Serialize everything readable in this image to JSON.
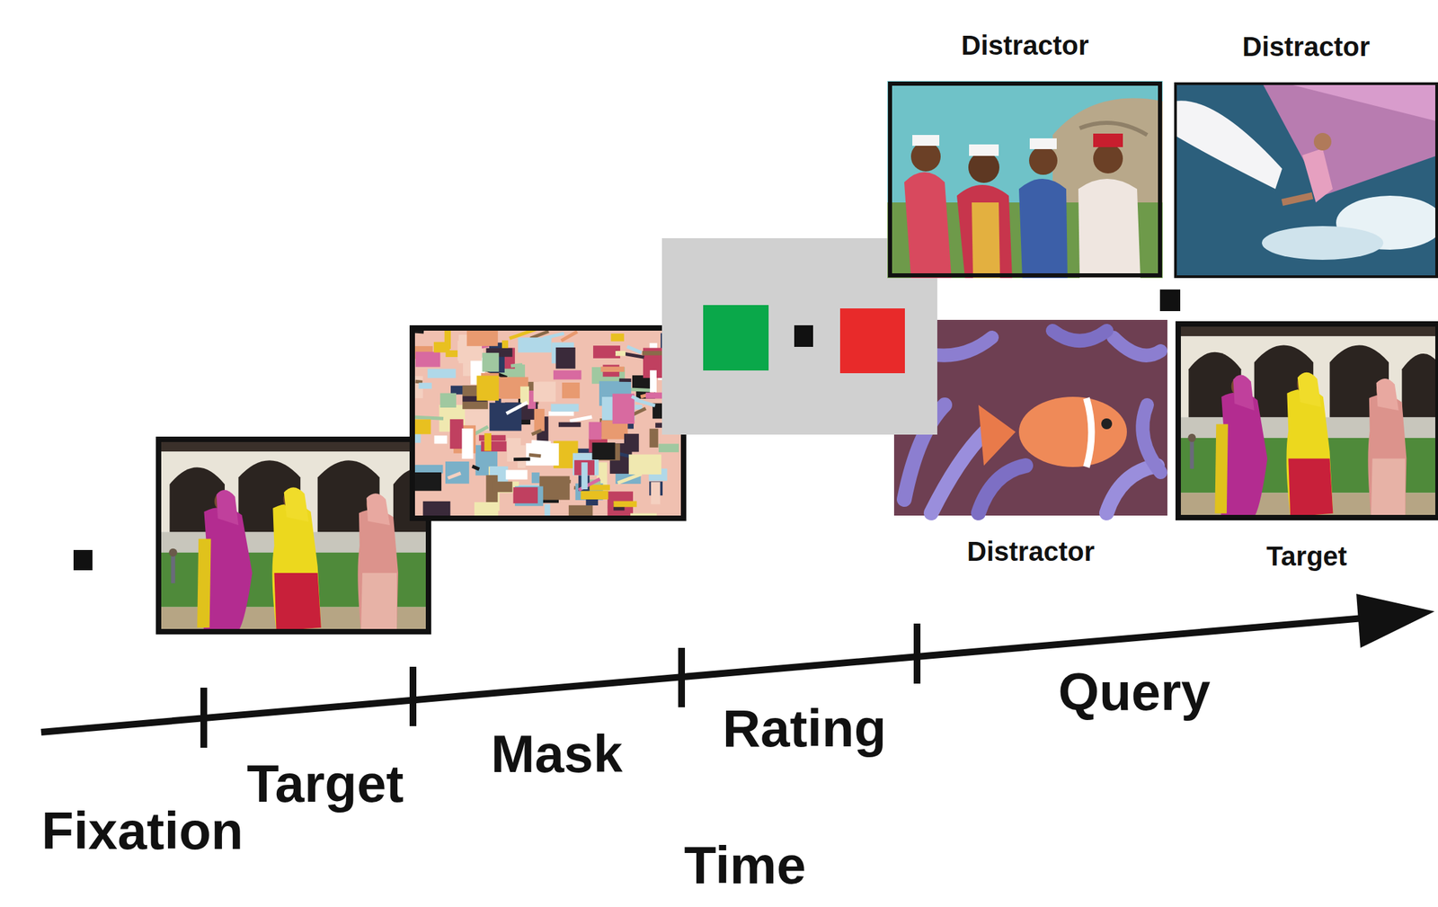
{
  "diagram": {
    "nodes": [
      {
        "text": [
          "Distractor"
        ]
      },
      {
        "text": [
          "Distractor"
        ]
      },
      {
        "text": [
          "Distractor"
        ]
      },
      {
        "text": [
          "Target"
        ]
      }
    ],
    "labels": [
      "Fixation",
      "Target",
      "Mask",
      "Rating",
      "Query",
      "Time"
    ]
  }
}
